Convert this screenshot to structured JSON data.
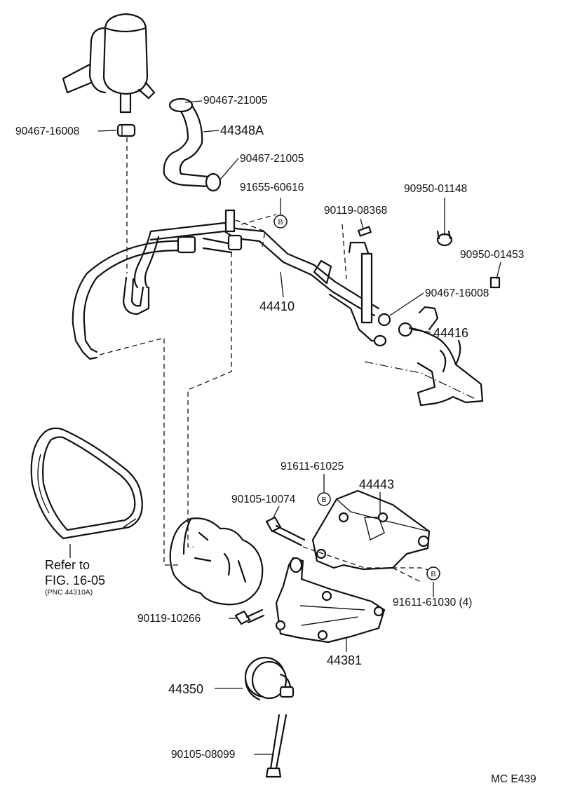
{
  "diagram": {
    "parts": [
      {
        "id": "p1",
        "number": "90467-21005"
      },
      {
        "id": "p2",
        "number": "44348A"
      },
      {
        "id": "p3",
        "number": "90467-16008"
      },
      {
        "id": "p4",
        "number": "90467-21005"
      },
      {
        "id": "p5",
        "number": "91655-60616"
      },
      {
        "id": "p6",
        "number": "90950-01148"
      },
      {
        "id": "p7",
        "number": "90119-08368"
      },
      {
        "id": "p8",
        "number": "90950-01453"
      },
      {
        "id": "p9",
        "number": "90467-16008"
      },
      {
        "id": "p10",
        "number": "44410"
      },
      {
        "id": "p11",
        "number": "44416"
      },
      {
        "id": "p12",
        "number": "91611-61025"
      },
      {
        "id": "p13",
        "number": "44443"
      },
      {
        "id": "p14",
        "number": "90105-10074"
      },
      {
        "id": "p15",
        "number": "91611-61030 (4)"
      },
      {
        "id": "p16",
        "number": "90119-10266"
      },
      {
        "id": "p17",
        "number": "44381"
      },
      {
        "id": "p18",
        "number": "44350"
      },
      {
        "id": "p19",
        "number": "90105-08099"
      }
    ],
    "markers": [
      "B",
      "B",
      "B"
    ],
    "reference": {
      "line1": "Refer to",
      "line2": "FIG. 16-05",
      "line3": "(PNC 44310A)"
    },
    "figure_code": "MC E439"
  }
}
